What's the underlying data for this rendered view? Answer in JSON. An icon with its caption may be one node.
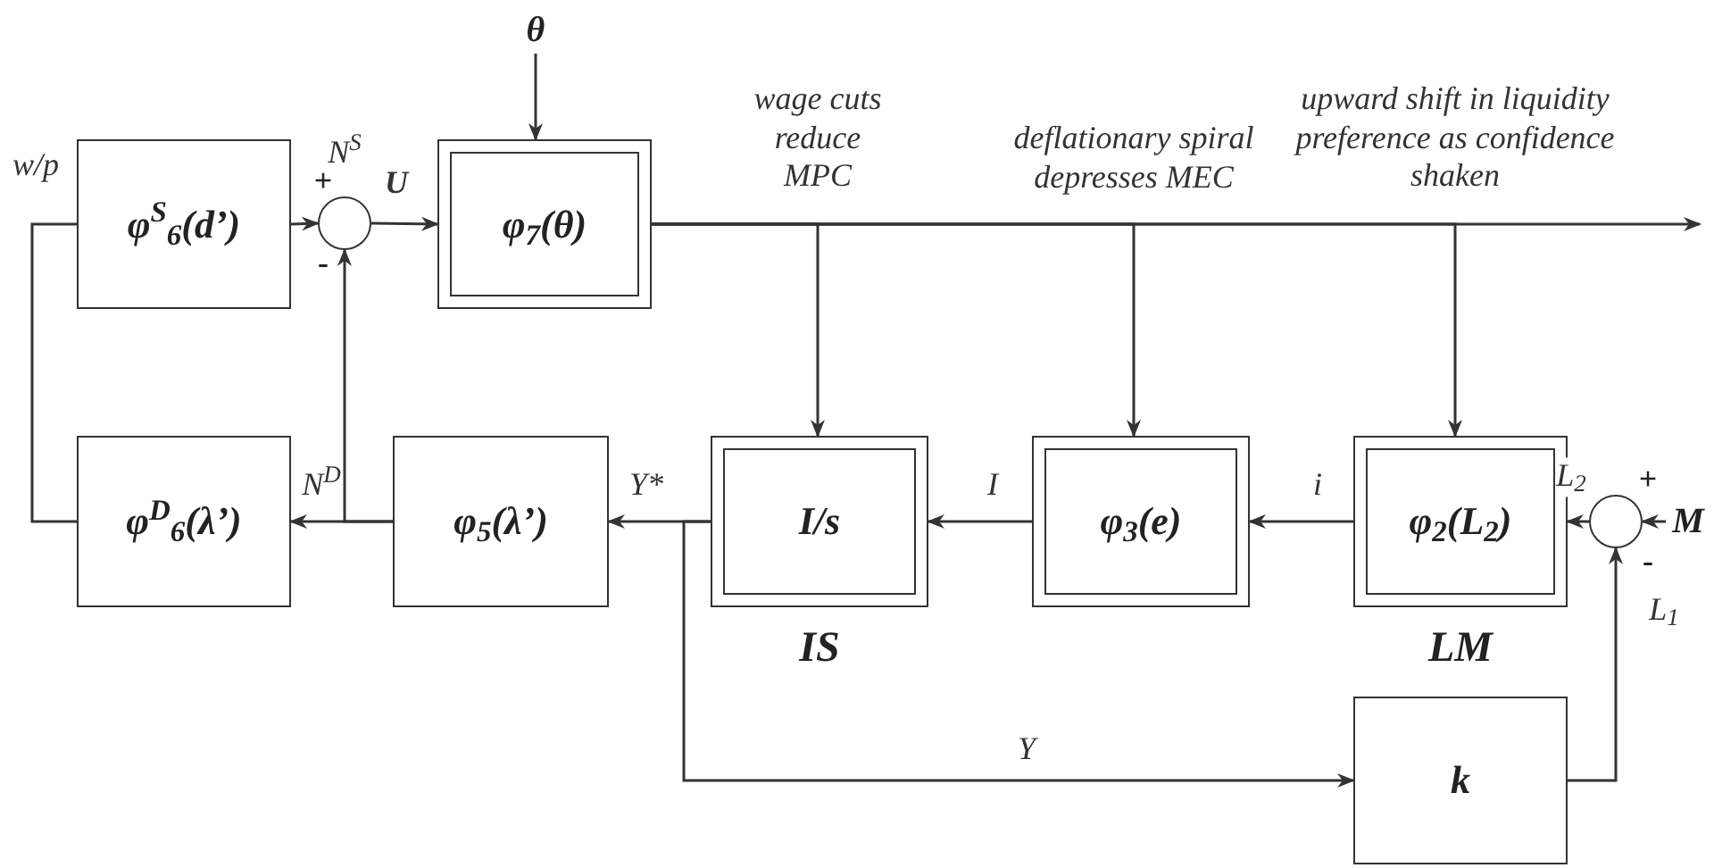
{
  "diagram": {
    "nodes": [
      {
        "text": [
          "φ$^{S}$$_{6}$(d’)"
        ]
      },
      {
        "text": [],
        "shape": "circle"
      },
      {
        "text": [
          "φ$_{7}$(θ)"
        ]
      },
      {
        "text": [
          "θ"
        ]
      },
      {
        "text": [
          "I/s"
        ],
        "beside": [
          "IS"
        ]
      },
      {
        "text": [
          "φ$_{3}$(e)"
        ]
      },
      {
        "text": [
          "φ$_{2}$(L$_{2}$)"
        ],
        "beside": [
          "LM"
        ]
      },
      {
        "text": [],
        "shape": "circle"
      },
      {
        "text": [
          "M"
        ]
      },
      {
        "text": [
          "φ$_{5}$(λ’)"
        ]
      },
      {
        "text": [
          "φ$^{D}$$_{6}$(λ’)"
        ]
      },
      {
        "text": [
          "k"
        ]
      }
    ],
    "edges": [
      {
        "from": 0,
        "to": 1,
        "arrow": "to",
        "label": "N$^{S}$"
      },
      {
        "from": 1,
        "to": 2,
        "arrow": "to",
        "label": "U"
      },
      {
        "from": 3,
        "to": 2,
        "arrow": "to"
      },
      {
        "from": 2,
        "to": null,
        "arrow": "to"
      },
      {
        "from": 2,
        "to": 4,
        "arrow": "to",
        "label": "wage cuts reduce MPC"
      },
      {
        "from": 2,
        "to": 5,
        "arrow": "to",
        "label": "deflationary spiral depresses MEC"
      },
      {
        "from": 2,
        "to": 6,
        "arrow": "to",
        "label": "upward shift in liquidity preference as confidence shaken"
      },
      {
        "from": 8,
        "to": 7,
        "arrow": "to"
      },
      {
        "from": 7,
        "to": 6,
        "arrow": "to",
        "label": "L$_{2}$"
      },
      {
        "from": 6,
        "to": 5,
        "arrow": "to",
        "label": "i"
      },
      {
        "from": 5,
        "to": 4,
        "arrow": "to",
        "label": "I"
      },
      {
        "from": 4,
        "to": 9,
        "arrow": "to",
        "label": "Y*"
      },
      {
        "from": 9,
        "to": 10,
        "arrow": "to",
        "label": "N$^{D}$"
      },
      {
        "from": 9,
        "to": 1,
        "arrow": "to"
      },
      {
        "from": 10,
        "to": 0,
        "arrow": "none",
        "label": "w/p"
      },
      {
        "from": 4,
        "to": 11,
        "arrow": "to",
        "label": "Y"
      },
      {
        "from": 11,
        "to": 7,
        "arrow": "to",
        "label": "L$_{1}$"
      }
    ],
    "labels": [
      "+",
      "-",
      "+",
      "-"
    ]
  }
}
